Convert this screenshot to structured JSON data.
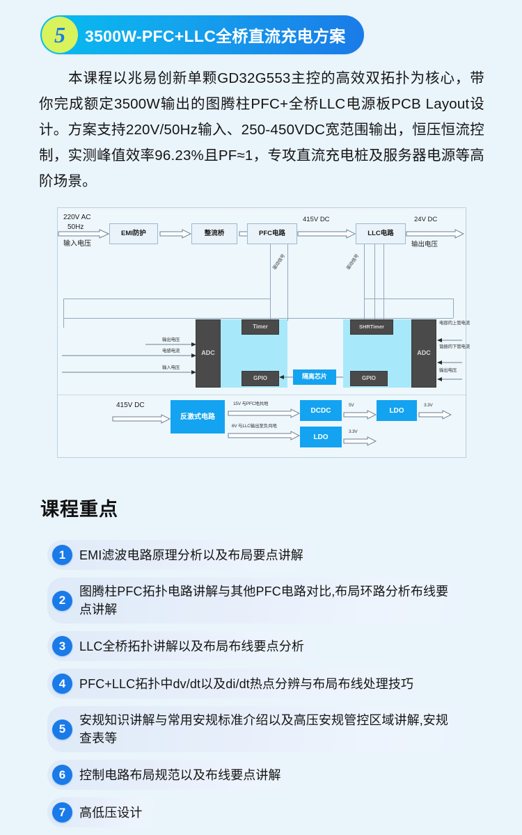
{
  "header": {
    "number": "5",
    "title": "3500W-PFC+LLC全桥直流充电方案",
    "badge_color": "#d9f35c",
    "gradient_from": "#06bdf0",
    "gradient_to": "#1a7ae8"
  },
  "intro": {
    "text": "本课程以兆易创新单颗GD32G553主控的高效双拓扑为核心，带你完成额定3500W输出的图腾柱PFC+全桥LLC电源板PCB Layout设计。方案支持220V/50Hz输入、250-450VDC宽范围输出，恒压恒流控制，实测峰值效率96.23%且PF≈1，专攻直流充电桩及服务器电源等高阶场景。"
  },
  "diagram": {
    "input_label_line1": "220V AC",
    "input_label_line2": "50Hz",
    "input_label_line3": "输入电压",
    "blocks": {
      "emi": "EMI防护",
      "rectifier": "整流桥",
      "pfc": "PFC电路",
      "llc": "LLC电路",
      "adc_left": "ADC",
      "adc_right": "ADC",
      "timer": "Timer",
      "shrtimer": "SHRTimer",
      "gpio_left": "GPIO",
      "gpio_right": "GPIO",
      "isolation": "隔离芯片",
      "flyback": "反激式电路",
      "dcdc": "DCDC",
      "ldo_top": "LDO",
      "ldo_bottom": "LDO"
    },
    "bus_labels": {
      "dc415": "415V DC",
      "dc24": "24V DC",
      "output_voltage": "输出电压",
      "flyback_input": "415V DC",
      "flyback_out_top": "15V 与PFC地共地",
      "flyback_out_bottom": "6V 与LLC输出至负共地",
      "dcdc_out": "5V",
      "ldo_top_out": "3.3V",
      "ldo_bottom_out": "3.3V"
    },
    "signal_labels": {
      "drive_pfc": "驱动信号",
      "drive_llc": "驱动信号",
      "left_sense_1": "输出电压",
      "left_sense_2": "电感电流",
      "left_sense_3": "输入电压",
      "right_sense_1": "电容的上管电流",
      "right_sense_2": "谐振的下管电流",
      "right_sense_3": "输出电压"
    }
  },
  "highlights": {
    "heading": "课程重点",
    "items": [
      {
        "num": "1",
        "text": "EMI滤波电路原理分析以及布局要点讲解"
      },
      {
        "num": "2",
        "text": "图腾柱PFC拓扑电路讲解与其他PFC电路对比,布局环路分析布线要点讲解"
      },
      {
        "num": "3",
        "text": "LLC全桥拓扑讲解以及布局布线要点分析"
      },
      {
        "num": "4",
        "text": "PFC+LLC拓扑中dv/dt以及di/dt热点分辨与布局布线处理技巧"
      },
      {
        "num": "5",
        "text": "安规知识讲解与常用安规标准介绍以及高压安规管控区域讲解,安规查表等"
      },
      {
        "num": "6",
        "text": "控制电路布局规范以及布线要点讲解"
      },
      {
        "num": "7",
        "text": "高低压设计"
      }
    ]
  }
}
